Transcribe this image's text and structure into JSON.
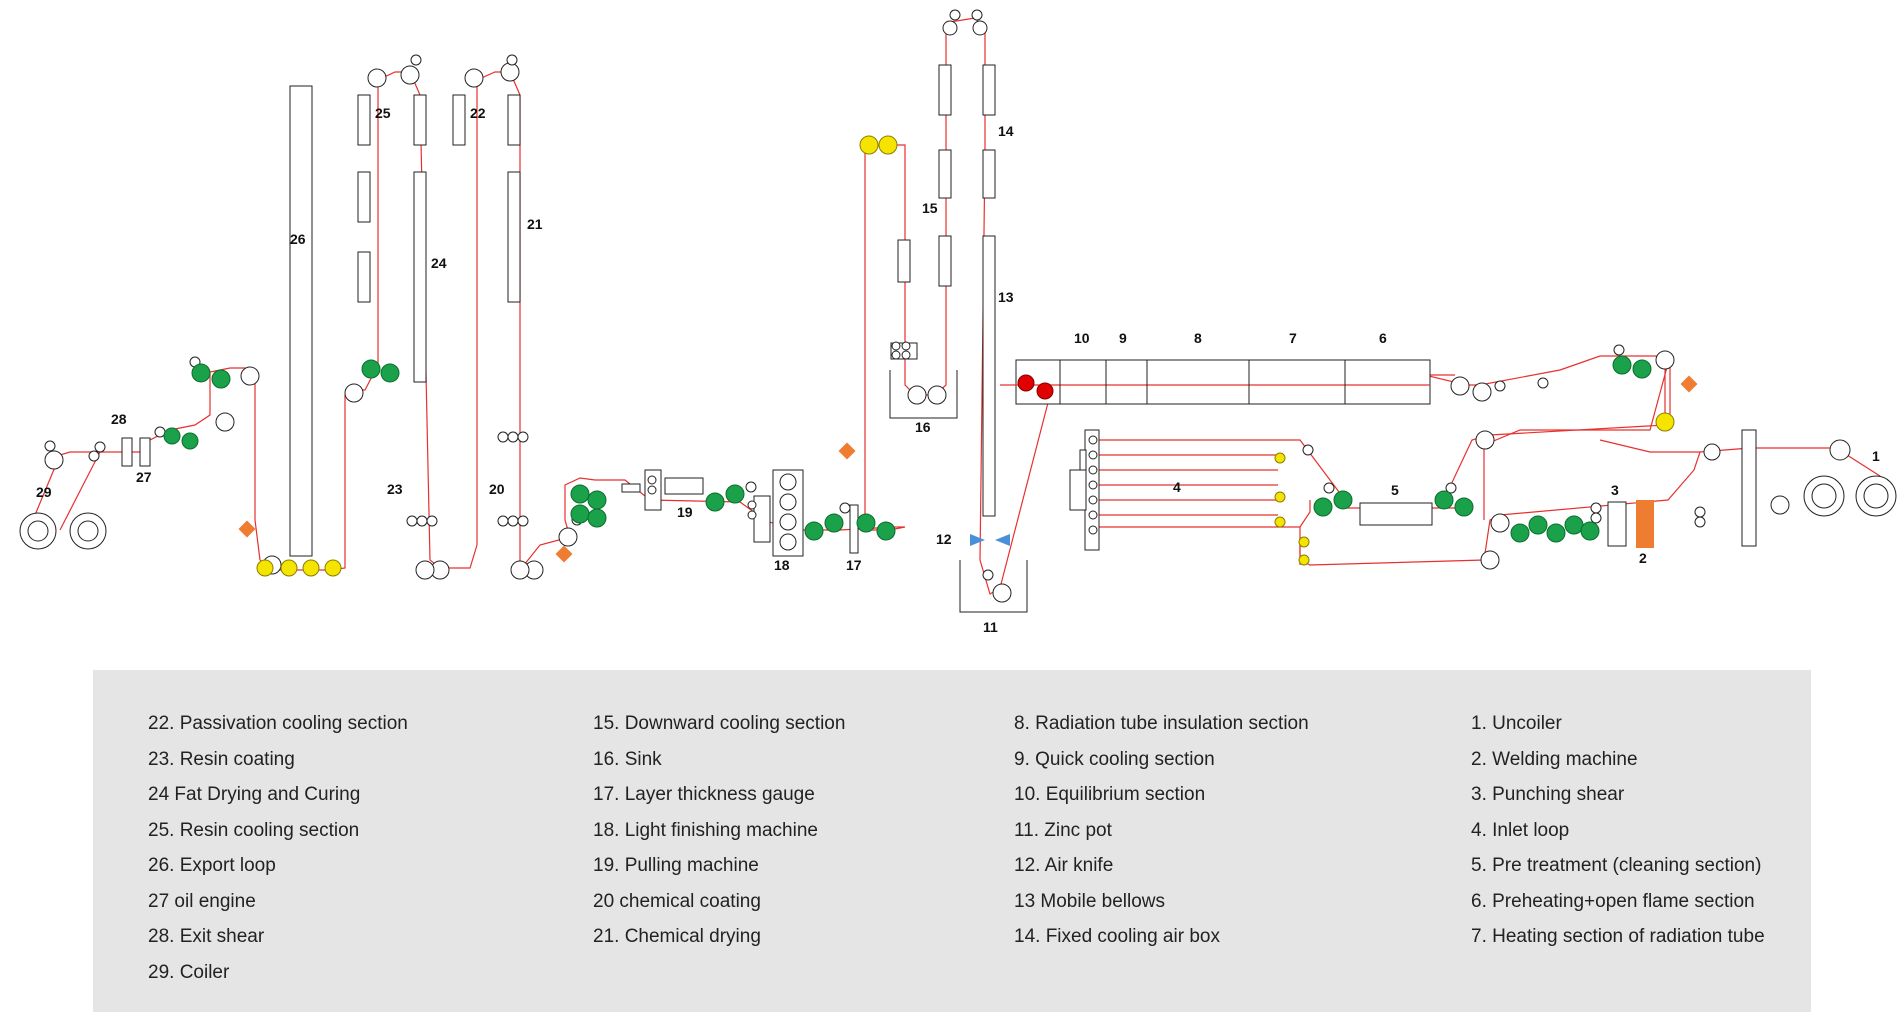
{
  "diagram_labels": {
    "l1": "1",
    "l2": "2",
    "l3": "3",
    "l4": "4",
    "l5": "5",
    "l6": "6",
    "l7": "7",
    "l8": "8",
    "l9": "9",
    "l10": "10",
    "l11": "11",
    "l12": "12",
    "l13": "13",
    "l14": "14",
    "l15": "15",
    "l16": "16",
    "l17": "17",
    "l18": "18",
    "l19": "19",
    "l20": "20",
    "l21": "21",
    "l22": "22",
    "l23": "23",
    "l24": "24",
    "l25": "25",
    "l26": "26",
    "l27": "27",
    "l28": "28",
    "l29": "29"
  },
  "legend": {
    "col1": [
      "22. Passivation cooling section",
      "23. Resin coating",
      "24 Fat Drying and Curing",
      "25. Resin cooling section",
      "26. Export loop",
      "27 oil engine",
      "28. Exit shear",
      "29. Coiler"
    ],
    "col2": [
      "15. Downward cooling section",
      "16. Sink",
      "17. Layer thickness gauge",
      "18. Light finishing machine",
      "19. Pulling machine",
      "20 chemical coating",
      "21. Chemical drying"
    ],
    "col3": [
      "8. Radiation tube insulation section",
      "9. Quick cooling section",
      "10. Equilibrium section",
      "11. Zinc pot",
      "12. Air knife",
      "13 Mobile bellows",
      "14. Fixed cooling air box"
    ],
    "col4": [
      "1. Uncoiler",
      "2. Welding machine",
      "3. Punching shear",
      "4. Inlet loop",
      "5. Pre treatment (cleaning section)",
      "6. Preheating+open flame section",
      "7. Heating section of radiation tube"
    ]
  },
  "colors": {
    "strip_line": "#e8302e",
    "green_roll": "#1aa14a",
    "yellow_roll": "#f5e400",
    "red_roll": "#e00000",
    "orange_marker": "#ee7d31",
    "blue_knife": "#4a90d9",
    "legend_bg": "#e5e5e5"
  }
}
